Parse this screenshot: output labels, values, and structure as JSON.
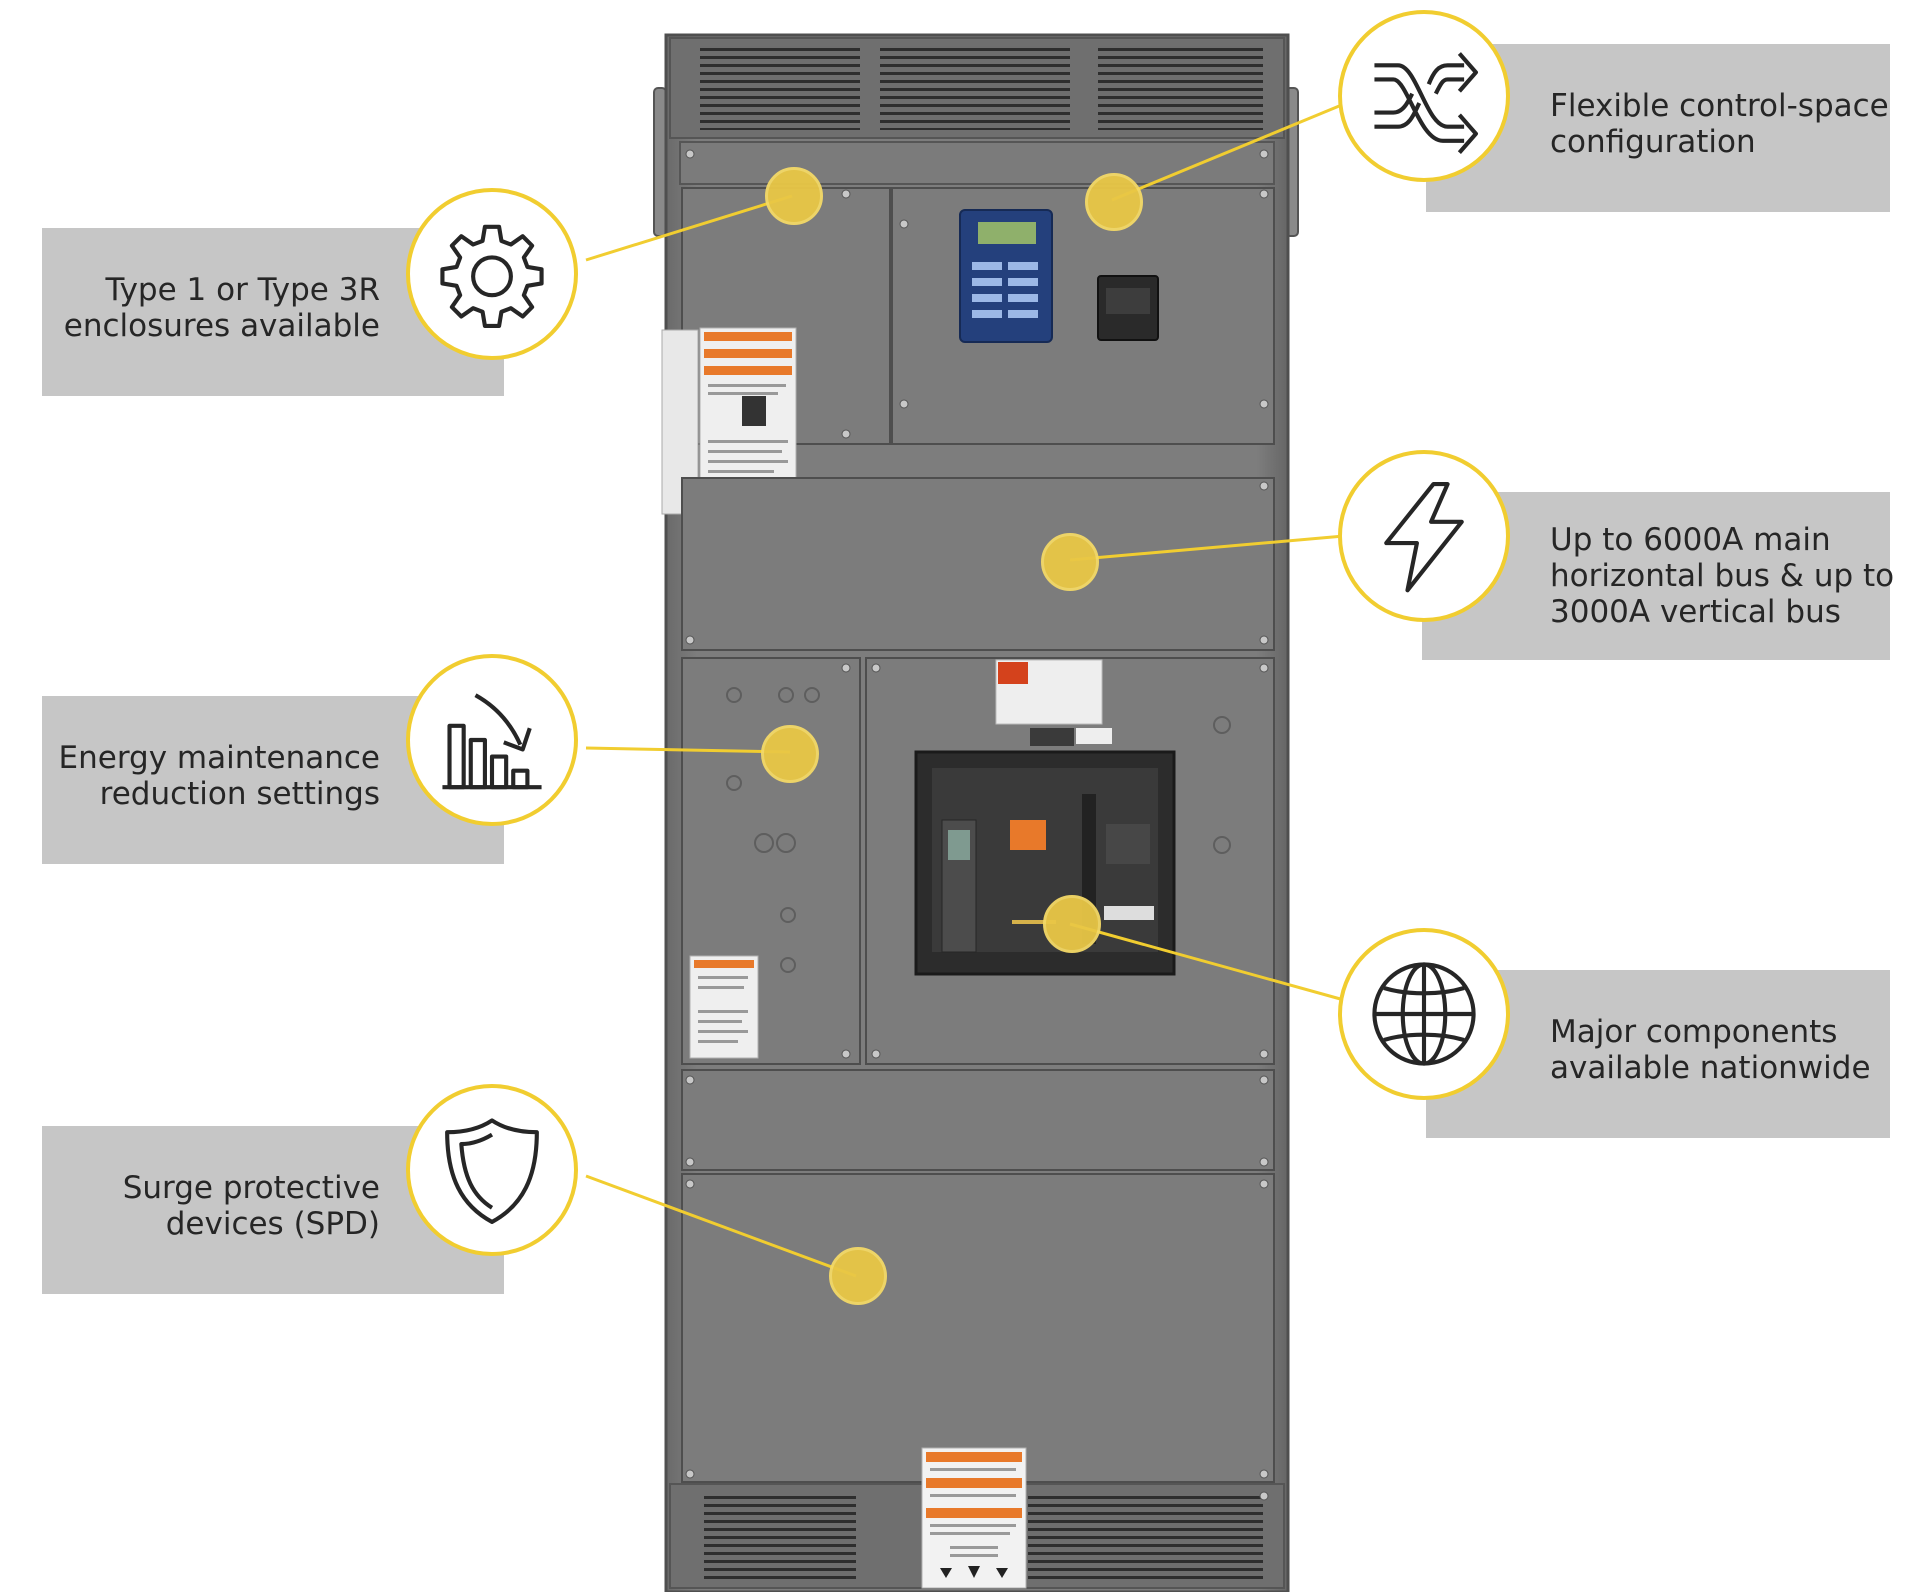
{
  "callouts": [
    {
      "id": "enclosure",
      "lines": [
        "Type 1 or Type 3R",
        "enclosures available"
      ],
      "icon": "gear-icon"
    },
    {
      "id": "energy",
      "lines": [
        "Energy maintenance",
        "reduction settings"
      ],
      "icon": "bar-chart-down-icon"
    },
    {
      "id": "surge",
      "lines": [
        "Surge protective",
        "devices (SPD)"
      ],
      "icon": "shield-icon"
    },
    {
      "id": "control",
      "lines": [
        "Flexible control-space",
        "configuration"
      ],
      "icon": "shuffle-arrows-icon"
    },
    {
      "id": "bus",
      "lines": [
        "Up to 6000A main",
        "horizontal bus & up to",
        "3000A vertical bus"
      ],
      "icon": "lightning-bolt-icon"
    },
    {
      "id": "components",
      "lines": [
        "Major components",
        "available nationwide"
      ],
      "icon": "globe-icon"
    }
  ],
  "colors": {
    "accent_yellow": "#f1cd30",
    "callout_gray": "#c6c6c6",
    "panel_gray": "#7a7a7a",
    "text": "#262626"
  }
}
